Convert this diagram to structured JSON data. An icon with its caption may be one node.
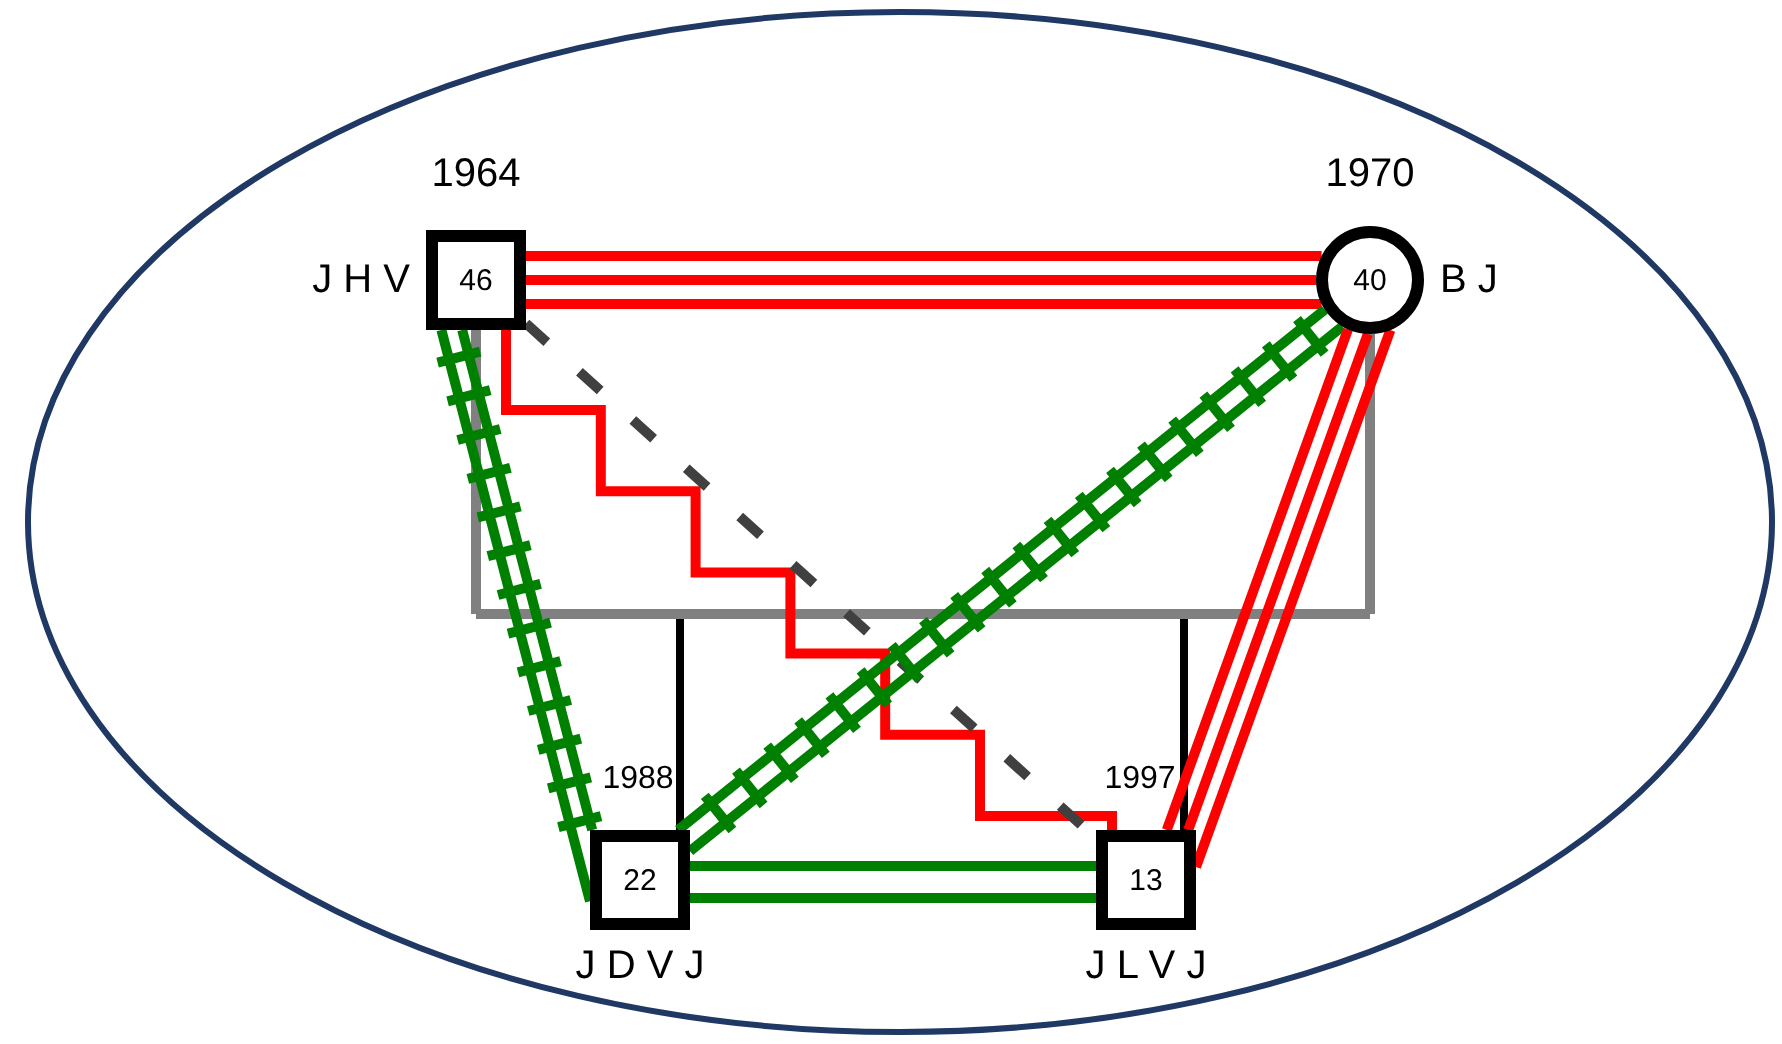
{
  "diagram": {
    "nodes": [
      {
        "text": [],
        "shape": "ellipse"
      },
      {
        "text": [
          "46"
        ],
        "beside": [
          "1964",
          "J H V"
        ],
        "in": 0
      },
      {
        "text": [
          "40"
        ],
        "beside": [
          "1970",
          "B J"
        ],
        "in": 0
      },
      {
        "text": [
          "22"
        ],
        "beside": [
          "1988",
          "J D V J"
        ],
        "in": 0
      },
      {
        "text": [
          "13"
        ],
        "beside": [
          "1997",
          "J L V J"
        ],
        "in": 0
      }
    ],
    "edges": [
      {
        "from": 1,
        "to": 3,
        "arrow": "none"
      },
      {
        "from": 2,
        "to": 3,
        "arrow": "none"
      },
      {
        "from": 1,
        "to": 4,
        "arrow": "none"
      },
      {
        "from": 2,
        "to": 4,
        "arrow": "none"
      },
      {
        "from": 1,
        "to": 2,
        "arrow": "none",
        "color": "#808080"
      },
      {
        "from": 1,
        "to": 2,
        "arrow": "none",
        "color": "#ff0000"
      },
      {
        "from": 1,
        "to": 3,
        "arrow": "none",
        "color": "#008000"
      },
      {
        "from": 1,
        "to": 4,
        "arrow": "none",
        "color": "#ff0000"
      },
      {
        "from": 1,
        "to": 4,
        "arrow": "none",
        "style": "dashed",
        "color": "#404040"
      },
      {
        "from": 2,
        "to": 3,
        "arrow": "none",
        "color": "#008000"
      },
      {
        "from": 2,
        "to": 4,
        "arrow": "none",
        "color": "#ff0000"
      },
      {
        "from": 3,
        "to": 4,
        "arrow": "none",
        "color": "#008000"
      }
    ]
  }
}
